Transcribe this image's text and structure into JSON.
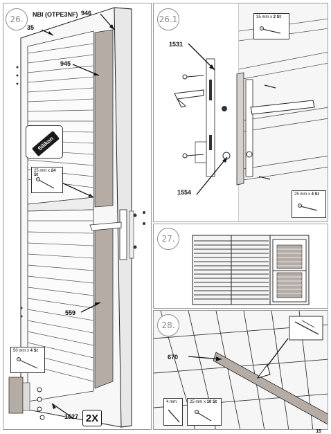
{
  "page": {
    "number": "15"
  },
  "step26": {
    "number": "26.",
    "model_code": "NBI (OTPE3NF)",
    "part_35": "35",
    "part_946": "946",
    "part_945": "945",
    "part_559": "559",
    "part_1527": "1527",
    "silicone_label": "Silikon",
    "screw_box_a_size": "25 mm x ",
    "screw_box_a_qty": "24 St",
    "screw_box_b_size": "50 mm x ",
    "screw_box_b_qty": "4 St",
    "quantity_badge": "2X"
  },
  "step26_1": {
    "number": "26.1",
    "part_1531": "1531",
    "part_1554": "1554",
    "screw_box_a_size": "35 mm x ",
    "screw_box_a_qty": "2 St",
    "screw_box_b_size": "25 mm x ",
    "screw_box_b_qty": "4 St"
  },
  "step27": {
    "number": "27."
  },
  "step28": {
    "number": "28.",
    "part_670": "670",
    "screw_box_a_size": "4 mm",
    "screw_box_b_size": "25 mm x ",
    "screw_box_b_qty": "10 St"
  }
}
